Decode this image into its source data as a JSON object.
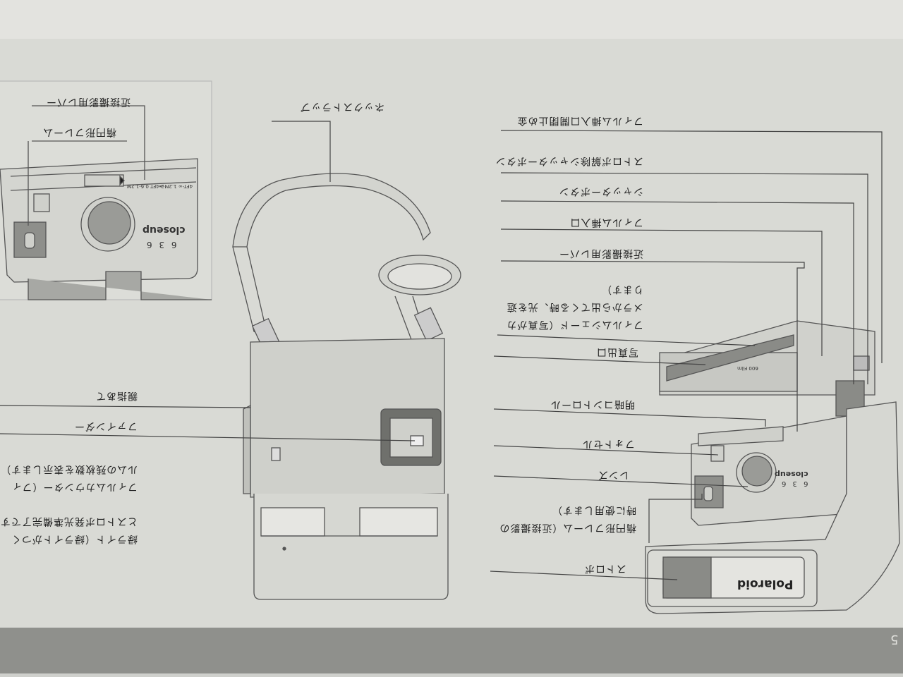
{
  "right_labels": {
    "film_door_latch": "フィルム挿入口開閉止め金",
    "flash_off_shutter": "ストロボ解除シャッターボタン",
    "shutter_button": "シャッターボタン",
    "film_slot": "フィルム挿入口",
    "closeup_lever": "近接撮影用レバー",
    "film_shade": [
      "フィルムシェード（写真がカ",
      "メラから出てくる時、光を遮",
      "ります）"
    ],
    "photo_exit": "写真出口",
    "lighten_darken": "明暗コントロール",
    "photocell": "フォトセル",
    "lens": "レンズ",
    "oval_frame": [
      "楕円形フレーム（近接撮影の",
      "時に使用します）"
    ],
    "flash": "ストロボ"
  },
  "center_labels": {
    "neck_strap": "ネックストラップ"
  },
  "left_labels": {
    "closeup_lever": "近接撮影用レバー",
    "oval_frame": "楕円形フレーム",
    "thumb_rest": "親指あて",
    "viewfinder": "ファインダー",
    "film_counter": [
      "フィルムカウンター（フィ",
      "ルムの残枚数を表示します）"
    ],
    "green_light": [
      "緑ライト（緑ライトがつく",
      "とストロボ発光準備完了です"
    ]
  },
  "camera_markings": {
    "model": "6 3 6",
    "brand_line": "closeup",
    "logo": "Polaroid",
    "film_type": "600 Film",
    "near_range": "2-4FT 0.6-1.2M",
    "far_range": "4FT-∞ 1.2M-∞"
  },
  "page_number": "5"
}
